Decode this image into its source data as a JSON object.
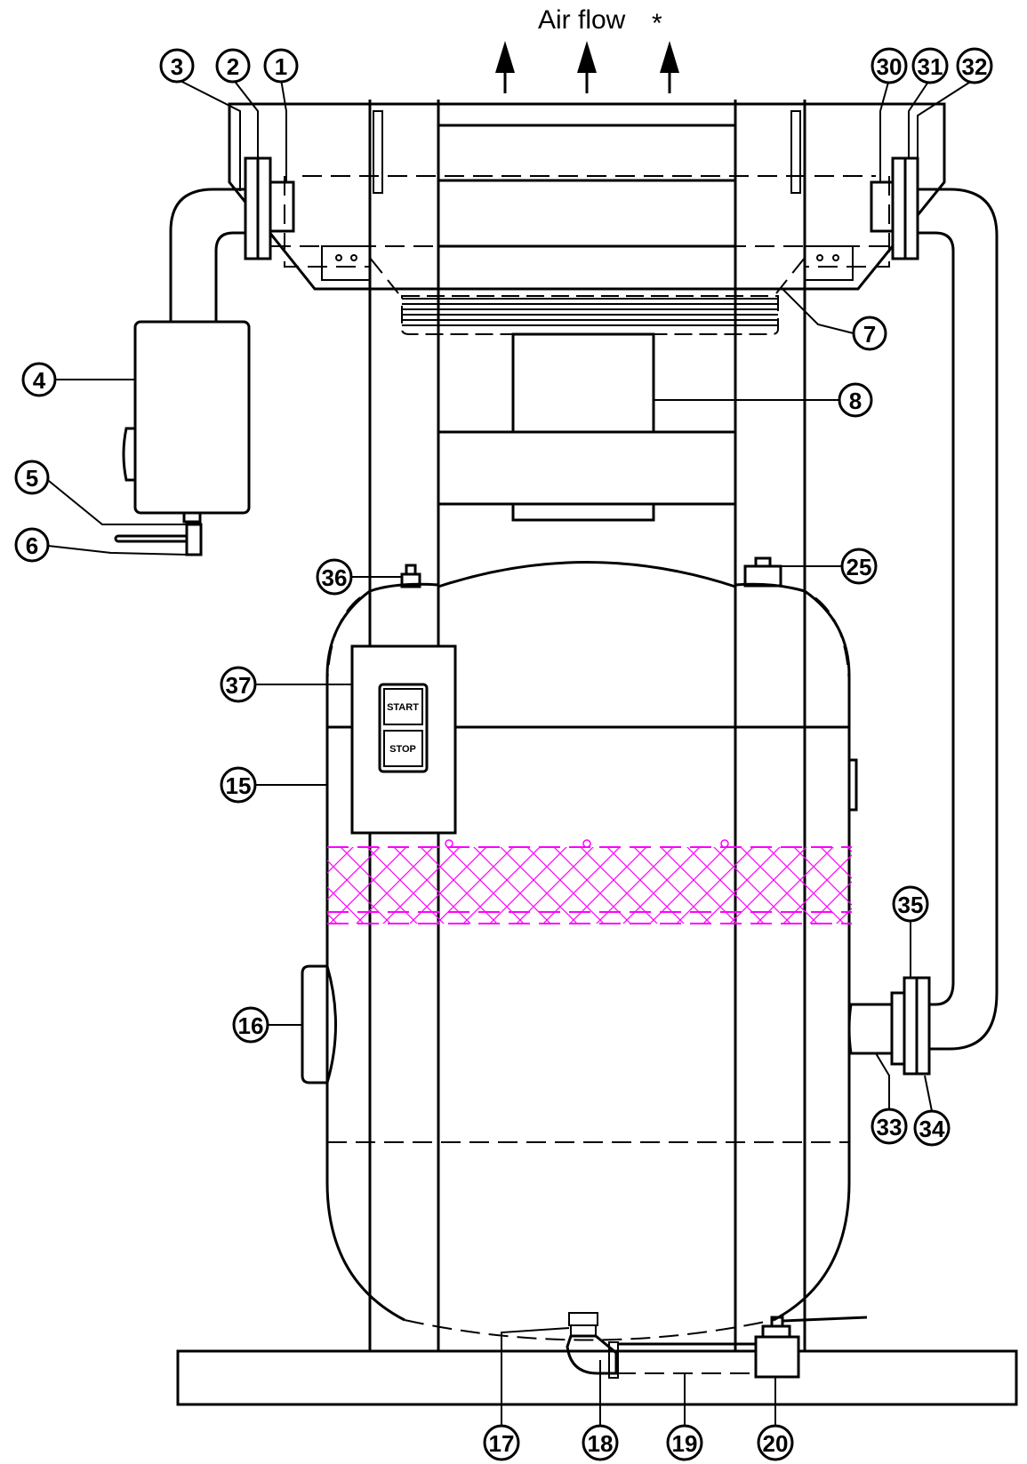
{
  "diagram": {
    "title": "Air flow",
    "title_mark": "*",
    "control_box": {
      "start_label": "START",
      "stop_label": "STOP"
    },
    "callouts": [
      "1",
      "2",
      "3",
      "4",
      "5",
      "6",
      "7",
      "8",
      "15",
      "16",
      "17",
      "18",
      "19",
      "20",
      "25",
      "30",
      "31",
      "32",
      "33",
      "34",
      "35",
      "36",
      "37"
    ],
    "colors": {
      "line": "#000000",
      "filter_band": "#ff00ff"
    }
  }
}
